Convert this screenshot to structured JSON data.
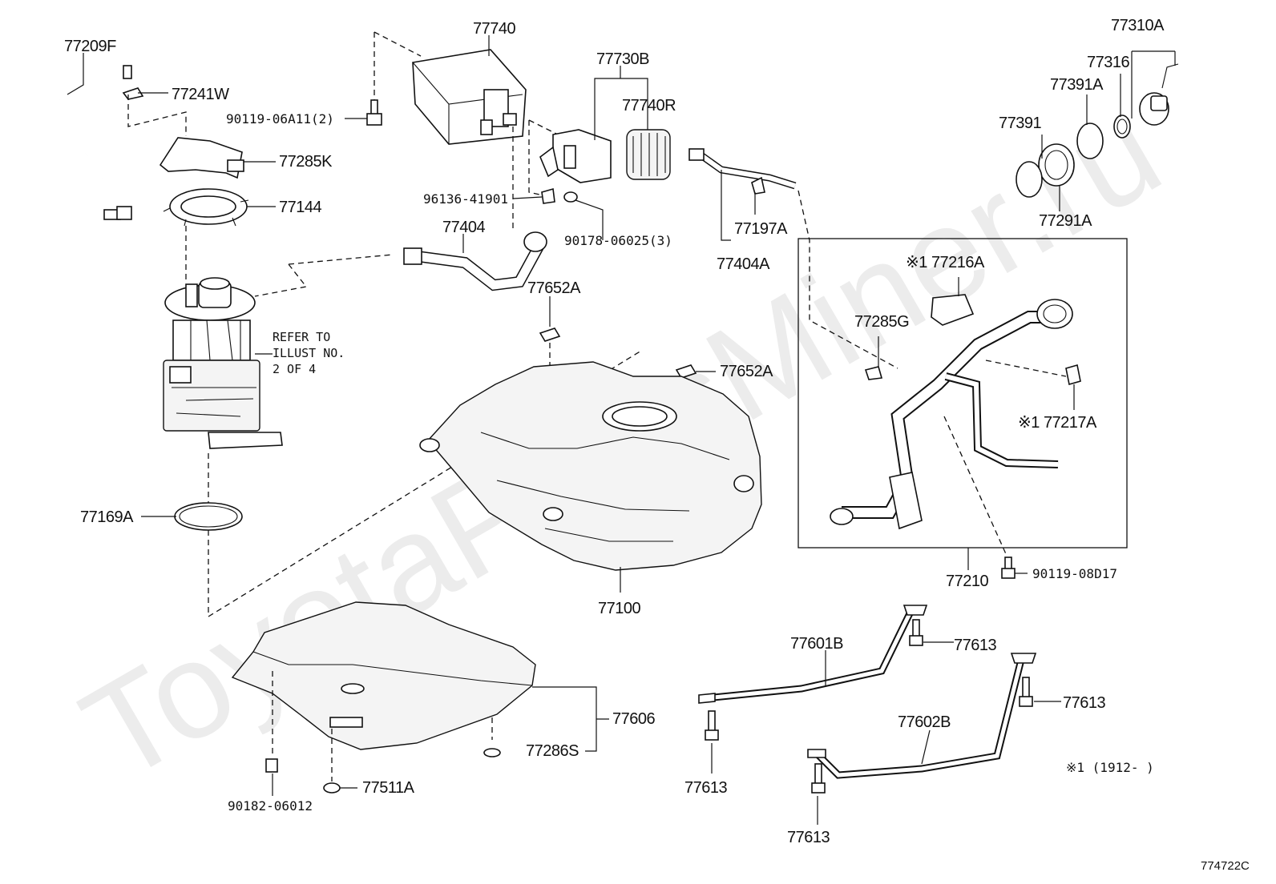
{
  "diagram": {
    "watermark": "ToyotaPartsMiner.ru",
    "figure_code": "774722C",
    "refer_note": [
      "REFER TO",
      "ILLUST NO.",
      "2 OF 4"
    ],
    "footnote": "※1 (1912-      )",
    "labels": {
      "p77209F": "77209F",
      "p77241W": "77241W",
      "p9011906A11": "90119-06A11(2)",
      "p77285K": "77285K",
      "p77144": "77144",
      "p77740": "77740",
      "p77730B": "77730B",
      "p77740R": "77740R",
      "p9613641901": "96136-41901",
      "p9017806025": "90178-06025(3)",
      "p77404": "77404",
      "p77652A_1": "77652A",
      "p77652A_2": "77652A",
      "p77197A": "77197A",
      "p77404A": "77404A",
      "p77310A": "77310A",
      "p77316": "77316",
      "p77391A": "77391A",
      "p77391": "77391",
      "p77291A": "77291A",
      "p77216A": "※1 77216A",
      "p77285G": "77285G",
      "p77217A": "※1 77217A",
      "p77210": "77210",
      "p9011908D17": "90119-08D17",
      "p77169A": "77169A",
      "p77100": "77100",
      "p77606": "77606",
      "p77286S": "77286S",
      "p77511A": "77511A",
      "p9018206012": "90182-06012",
      "p77601B": "77601B",
      "p77613_1": "77613",
      "p77613_2": "77613",
      "p77613_3": "77613",
      "p77602B": "77602B",
      "p77613_4": "77613"
    }
  }
}
